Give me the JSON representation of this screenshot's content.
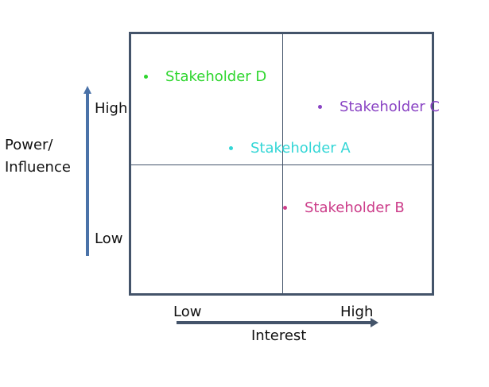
{
  "diagram": {
    "type": "power-interest-grid",
    "y_axis": {
      "label_line1": "Power/",
      "label_line2": "Influence",
      "high": "High",
      "low": "Low"
    },
    "x_axis": {
      "label": "Interest",
      "low": "Low",
      "high": "High"
    },
    "axis_color": "#4a72a8",
    "grid_color": "#44546a",
    "stakeholders": [
      {
        "label": "Stakeholder A",
        "color": "#33d6d6",
        "interest": "mid",
        "power": "mid-high"
      },
      {
        "label": "Stakeholder B",
        "color": "#cc3d8a",
        "interest": "high",
        "power": "low"
      },
      {
        "label": "Stakeholder C",
        "color": "#8a44c4",
        "interest": "high",
        "power": "high"
      },
      {
        "label": "Stakeholder D",
        "color": "#2ed62e",
        "interest": "low",
        "power": "high"
      }
    ]
  }
}
